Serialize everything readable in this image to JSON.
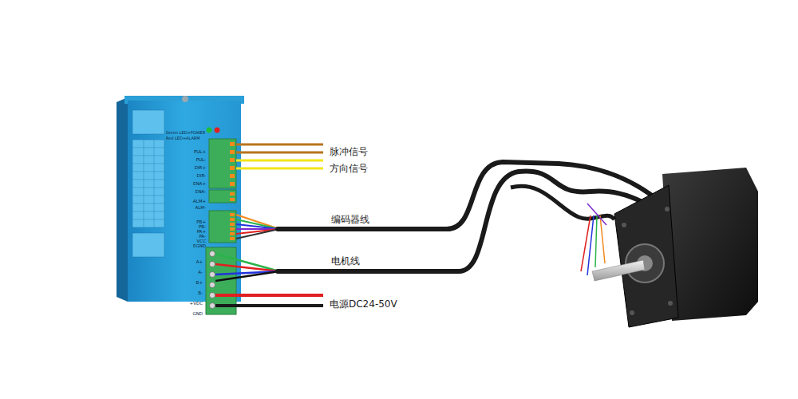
{
  "diagram": {
    "labels": [
      "Green LED=POWER",
      "Red LED=ALARM",
      "PUL+",
      "PUL-",
      "DIR+",
      "DIR-",
      "ENA+",
      "ENA-",
      "ALM+",
      "ALM-",
      "PB+",
      "PB-",
      "PA+",
      "PA-",
      "VCC",
      "EGND",
      "A+",
      "A-",
      "B+",
      "B-",
      "+VDC",
      "GND",
      "脉冲信号",
      "方向信号",
      "编码器线",
      "电机线",
      "电源DC24-50V"
    ]
  }
}
